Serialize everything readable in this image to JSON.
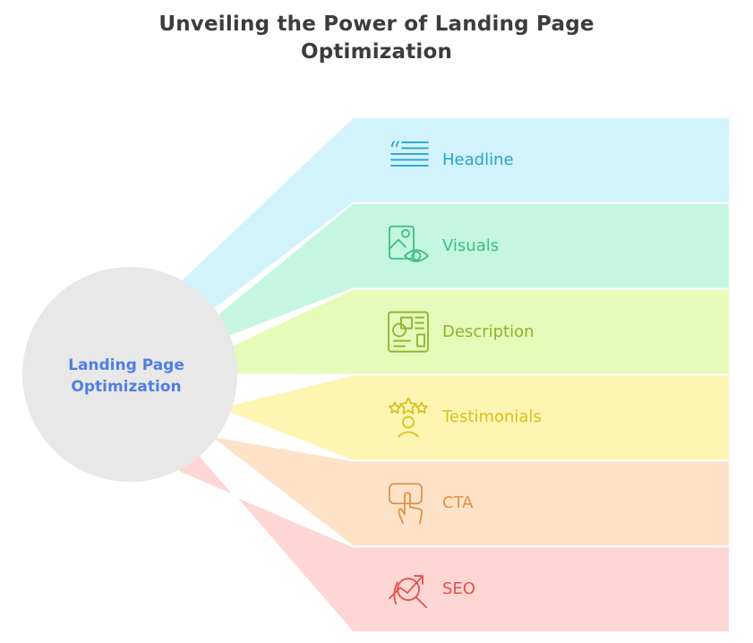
{
  "title": {
    "line1": "Unveiling the Power of Landing Page",
    "line2": "Optimization"
  },
  "center": {
    "line1": "Landing Page",
    "line2": "Optimization",
    "fill": "#e8e8e8",
    "text_color": "#4f7fe0"
  },
  "bands": [
    {
      "label": "Headline",
      "icon": "quote-lines-icon",
      "fill": "#d2f3fc",
      "color": "#27a4cd"
    },
    {
      "label": "Visuals",
      "icon": "image-eye-icon",
      "fill": "#c4f6e2",
      "color": "#3ebf7c"
    },
    {
      "label": "Description",
      "icon": "document-shapes-icon",
      "fill": "#e6fbb9",
      "color": "#87b52c"
    },
    {
      "label": "Testimonials",
      "icon": "stars-person-icon",
      "fill": "#fdf5b1",
      "color": "#d8c024"
    },
    {
      "label": "CTA",
      "icon": "hand-tap-icon",
      "fill": "#fde2c8",
      "color": "#e09049"
    },
    {
      "label": "SEO",
      "icon": "chart-search-icon",
      "fill": "#fed6d3",
      "color": "#e1514f"
    }
  ]
}
